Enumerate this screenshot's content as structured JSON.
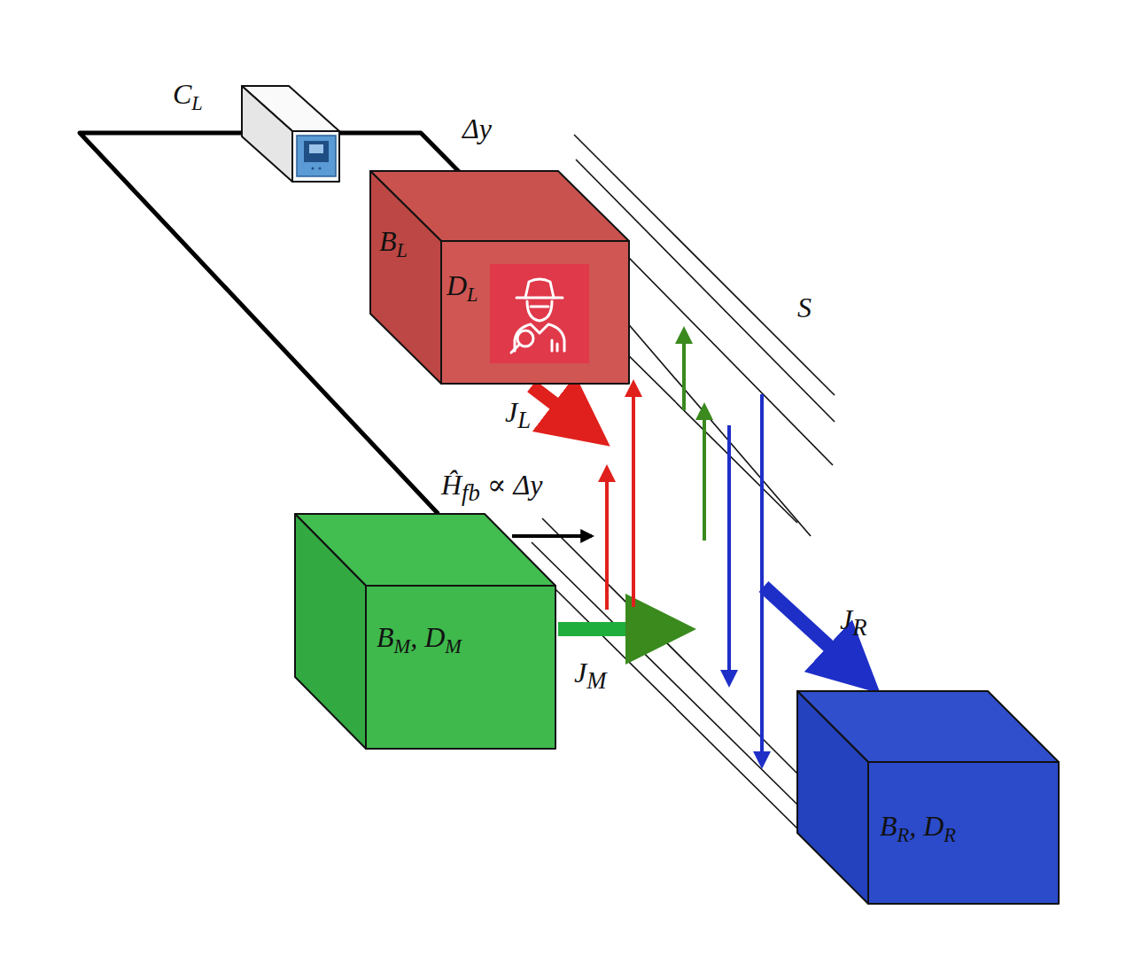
{
  "diagram": {
    "nodes": [
      {
        "text": [
          "CL"
        ]
      },
      {
        "text": [
          "BL",
          "DL"
        ]
      },
      {
        "text": [
          "BM, DM"
        ]
      },
      {
        "text": [
          "BR, DR"
        ]
      }
    ],
    "edges": [
      {
        "from": 0,
        "to": 1,
        "arrow": "none",
        "label": "Δy"
      },
      {
        "from": 0,
        "to": 2,
        "arrow": "none"
      }
    ],
    "labels": [
      "Ĥfb ∝ Δy",
      "JL",
      "JM",
      "JR",
      "S"
    ]
  }
}
